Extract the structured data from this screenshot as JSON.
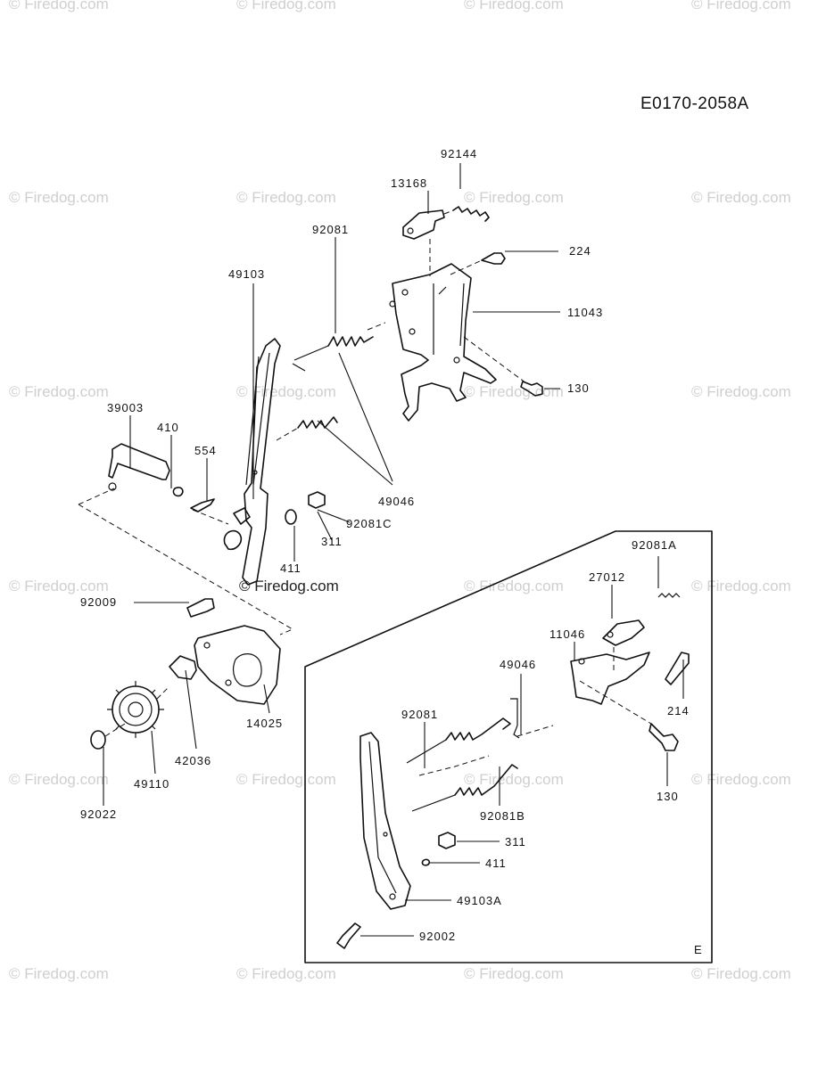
{
  "diagram": {
    "code": "E0170-2058A",
    "section_marker": "E",
    "watermark": "© Firedog.com",
    "parts": [
      "92144",
      "13168",
      "224",
      "92081",
      "11043",
      "49103",
      "130",
      "39003",
      "410",
      "554",
      "49046",
      "92081C",
      "311",
      "411",
      "92009",
      "14025",
      "42036",
      "49110",
      "92022",
      "92081A",
      "27012",
      "11046",
      "49046",
      "214",
      "92081",
      "130",
      "92081B",
      "311",
      "411",
      "49103A",
      "92002"
    ]
  }
}
